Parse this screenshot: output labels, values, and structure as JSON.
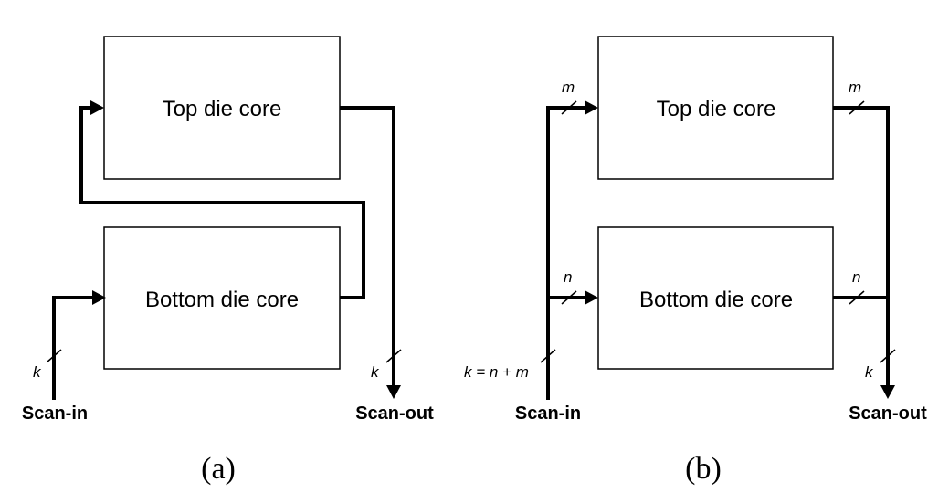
{
  "panel_a": {
    "caption": "(a)",
    "top_core": "Top die core",
    "bottom_core": "Bottom die core",
    "scan_in": "Scan-in",
    "scan_out": "Scan-out",
    "width_in": "k",
    "width_out": "k"
  },
  "panel_b": {
    "caption": "(b)",
    "top_core": "Top die core",
    "bottom_core": "Bottom die core",
    "scan_in": "Scan-in",
    "scan_out": "Scan-out",
    "width_in": "k = n + m",
    "width_top_in": "m",
    "width_top_out": "m",
    "width_bottom_in": "n",
    "width_bottom_out": "n",
    "width_out": "k"
  }
}
